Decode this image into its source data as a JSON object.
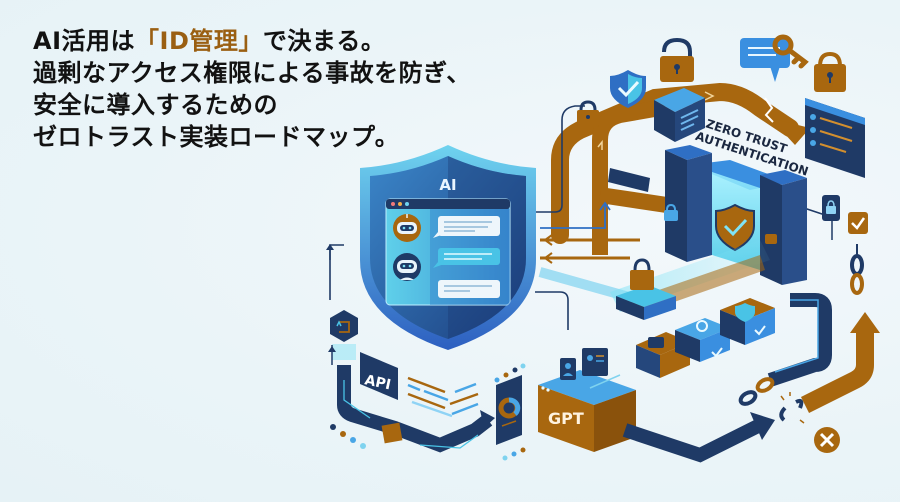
{
  "headline": {
    "line1_prefix": "AI活用は",
    "line1_accent": "「ID管理」",
    "line1_suffix": "で決まる。",
    "line2": "過剰なアクセス権限による事故を防ぎ、",
    "line3": "安全に導入するための",
    "line4": "ゼロトラスト実装ロードマップ。"
  },
  "diagram": {
    "shield_label": "AI",
    "api_label": "API",
    "gpt_label": "GPT",
    "zero_trust_line1": "ZERO TRUST",
    "zero_trust_line2": "AUTHENTICATION",
    "icons": [
      "shield-check-icon",
      "padlock-icon",
      "key-icon",
      "chat-bubble-icon",
      "robot-avatar-icon",
      "chain-link-icon",
      "broken-link-icon",
      "close-circle-icon",
      "user-card-icon",
      "checkmark-icon",
      "magnifier-icon",
      "sync-icon",
      "chart-donut-icon"
    ]
  },
  "colors": {
    "background": "#eef6f9",
    "navy": "#1f3a66",
    "blue": "#2f6fc4",
    "cyan": "#49c3e6",
    "amber": "#a8670f",
    "text": "#121212",
    "accent_text": "#9a5f12"
  }
}
